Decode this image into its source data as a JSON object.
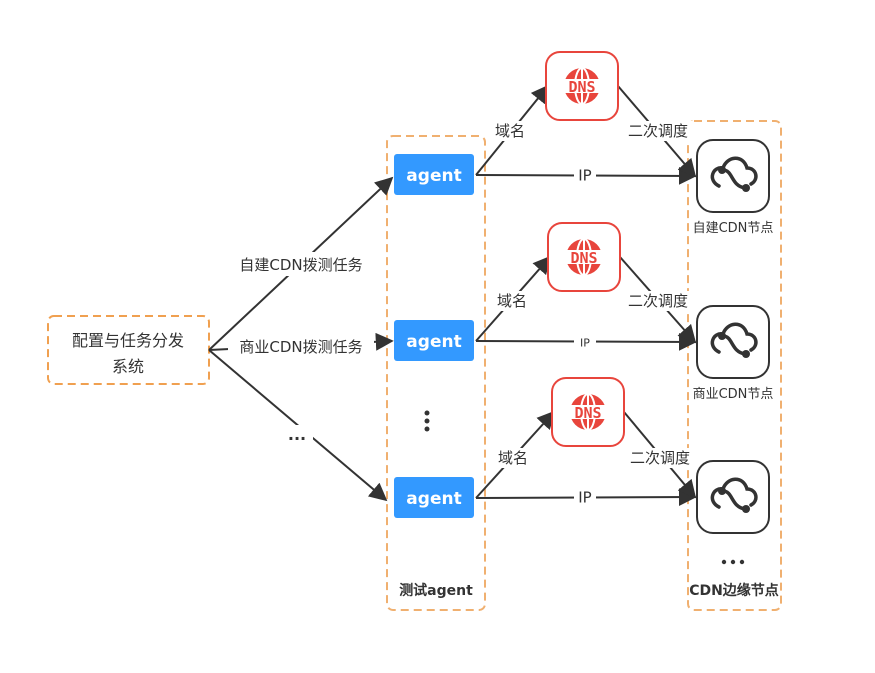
{
  "source": {
    "label_line1": "配置与任务分发",
    "label_line2": "系统",
    "border_color": "#F0A050"
  },
  "tasks": [
    {
      "label": "自建CDN拨测任务"
    },
    {
      "label": "商业CDN拨测任务"
    },
    {
      "label": "..."
    }
  ],
  "agent_group": {
    "title": "测试agent",
    "vertical_ellipsis": "⋮",
    "agents": [
      {
        "label": "agent"
      },
      {
        "label": "agent"
      },
      {
        "label": "agent"
      }
    ],
    "agent_color": "#3399FF"
  },
  "dns": {
    "label": "DNS",
    "color": "#E8453C"
  },
  "edges": {
    "domain": "域名",
    "second_dispatch": "二次调度",
    "ip": "IP"
  },
  "cdn_group": {
    "title": "CDN边缘节点",
    "nodes": [
      {
        "label": "自建CDN节点"
      },
      {
        "label": "商业CDN节点"
      },
      {
        "label": "..."
      }
    ]
  }
}
